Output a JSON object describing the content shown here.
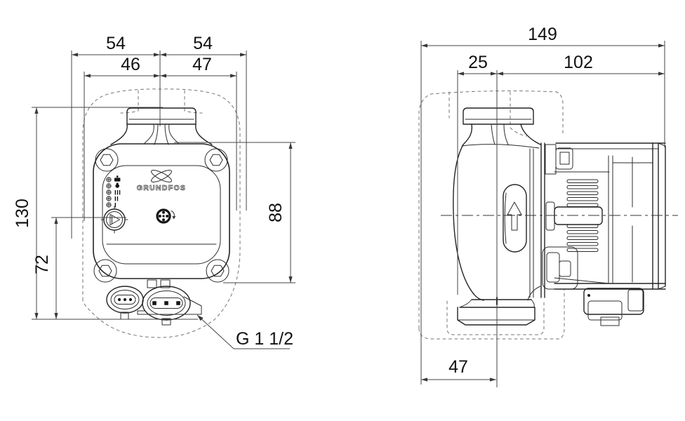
{
  "drawing": {
    "background": "#ffffff",
    "line_color": "#232323",
    "dimension_color": "#454545",
    "dashed_outline_color": "#757575",
    "front_view": {
      "logo_text": "GRUNDFOS",
      "speed_marks": [
        "III",
        "II",
        "I"
      ],
      "dimensions": {
        "width_left": "54",
        "width_right": "54",
        "port_left": "46",
        "port_right": "47",
        "height_total": "130",
        "height_dial": "72",
        "height_body": "88",
        "connection": "G 1 1/2"
      }
    },
    "side_view": {
      "dimensions": {
        "length_total": "149",
        "depth_front": "25",
        "depth_motor": "102",
        "port_offset": "47"
      }
    },
    "icons": {
      "flow_direction": "up-arrow-icon",
      "setting_dial": "dial-icon",
      "push_button": "flower-button-icon",
      "rotate_hint": "curved-arrow-icon",
      "led_status": "led-cross-icon",
      "corner_screws": "hex-screw-icon",
      "brand_mark": "grundfos-swoosh-icon"
    }
  }
}
